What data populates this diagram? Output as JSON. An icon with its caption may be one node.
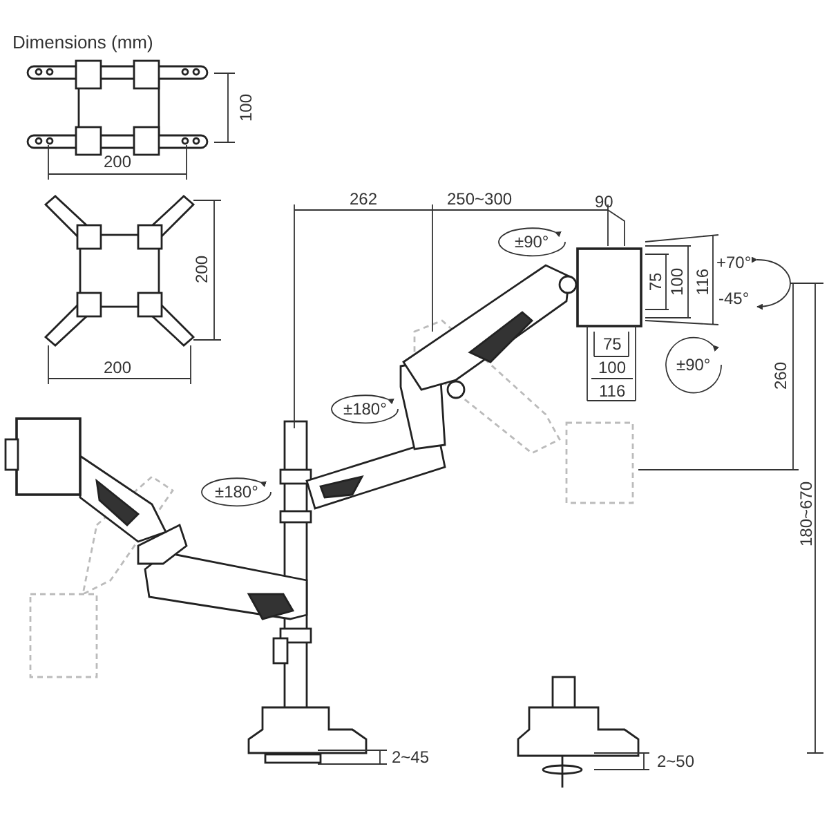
{
  "diagram": {
    "labels": [
      "Dimensions (mm)",
      "100",
      "200",
      "200",
      "200",
      "262",
      "250~300",
      "90",
      "±90°",
      "+70°",
      "75",
      "100",
      "116",
      "-45°",
      "75",
      "100",
      "116",
      "±90°",
      "260",
      "±180°",
      "±180°",
      "180~670",
      "2~45",
      "2~50"
    ]
  }
}
